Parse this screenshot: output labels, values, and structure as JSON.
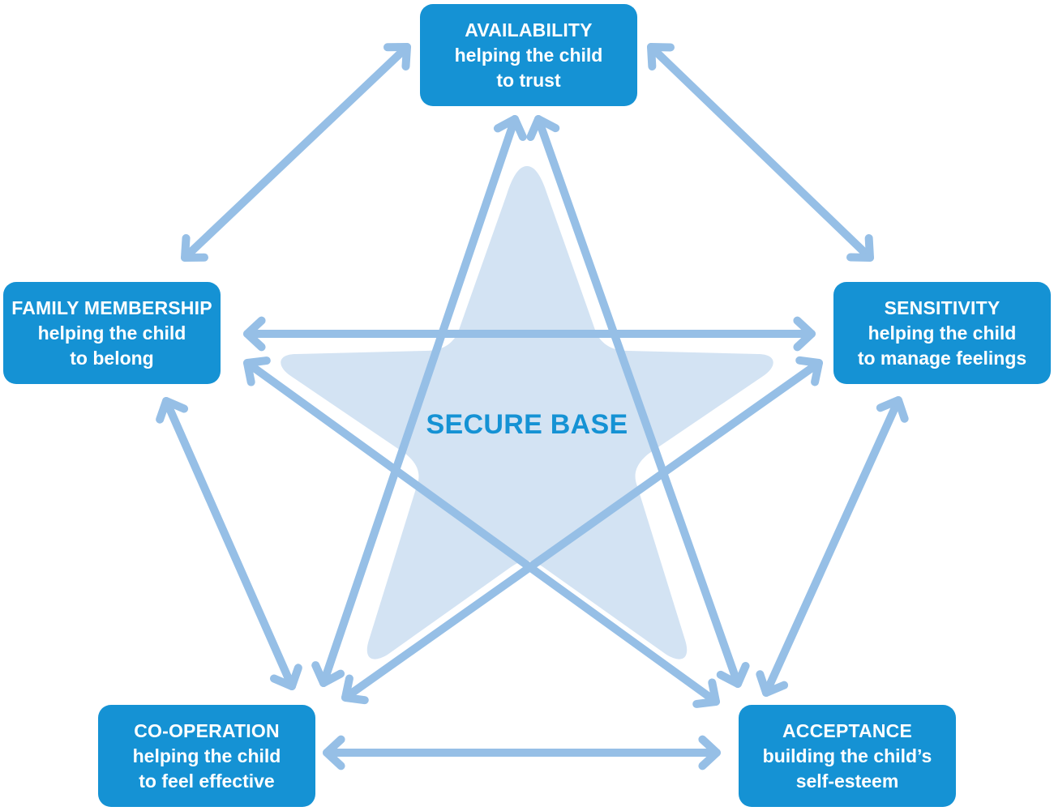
{
  "diagram": {
    "center_label": "SECURE BASE",
    "nodes": {
      "availability": {
        "title": "AVAILABILITY",
        "line1": "helping the child",
        "line2": "to trust"
      },
      "sensitivity": {
        "title": "SENSITIVITY",
        "line1": "helping the child",
        "line2": "to manage feelings"
      },
      "acceptance": {
        "title": "ACCEPTANCE",
        "line1": "building the child’s",
        "line2": "self-esteem"
      },
      "cooperation": {
        "title": "CO-OPERATION",
        "line1": "helping the child",
        "line2": "to feel effective"
      },
      "family": {
        "title": "FAMILY MEMBERSHIP",
        "line1": "helping the child",
        "line2": "to belong"
      }
    },
    "connections": [
      {
        "from": "family",
        "to": "availability",
        "bidirectional": true
      },
      {
        "from": "availability",
        "to": "sensitivity",
        "bidirectional": true
      },
      {
        "from": "sensitivity",
        "to": "acceptance",
        "bidirectional": true
      },
      {
        "from": "cooperation",
        "to": "acceptance",
        "bidirectional": true
      },
      {
        "from": "family",
        "to": "cooperation",
        "bidirectional": true
      },
      {
        "from": "family",
        "to": "sensitivity",
        "bidirectional": true
      },
      {
        "from": "family",
        "to": "acceptance",
        "bidirectional": true
      },
      {
        "from": "availability",
        "to": "cooperation",
        "bidirectional": true
      },
      {
        "from": "availability",
        "to": "acceptance",
        "bidirectional": true
      },
      {
        "from": "sensitivity",
        "to": "cooperation",
        "bidirectional": true
      }
    ],
    "colors": {
      "node_fill": "#1592d4",
      "node_text": "#ffffff",
      "arrow": "#96bfe6",
      "star_fill": "#d3e3f3",
      "center_text": "#1592d4",
      "background": "#ffffff"
    }
  }
}
